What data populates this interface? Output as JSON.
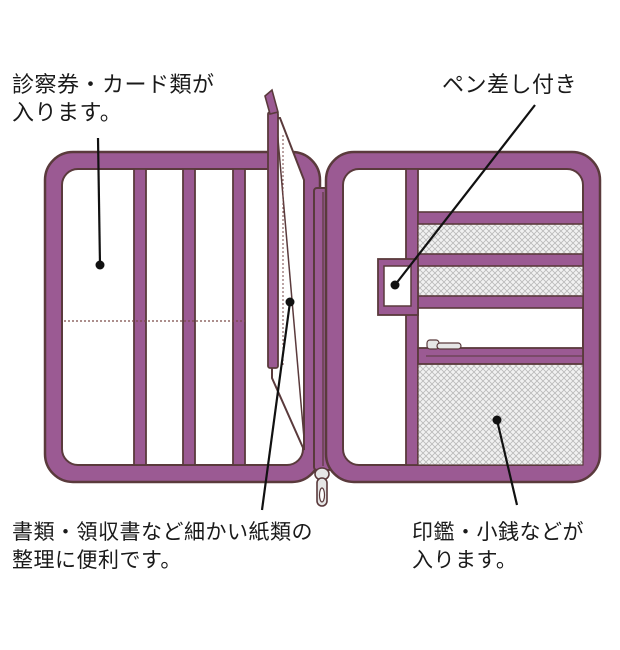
{
  "labels": {
    "card_pocket": {
      "line1": "診察券・カード類が",
      "line2": "入ります。"
    },
    "pen_holder": {
      "line1": "ペン差し付き"
    },
    "document_pocket": {
      "line1": "書類・領収書など細かい紙類の",
      "line2": "整理に便利です。"
    },
    "coin_pocket": {
      "line1": "印鑑・小銭などが",
      "line2": "入ります。"
    }
  },
  "colors": {
    "binding": "#9b5a93",
    "outline": "#5a3a3c",
    "mesh": "#dcdcdc",
    "background": "#ffffff"
  }
}
